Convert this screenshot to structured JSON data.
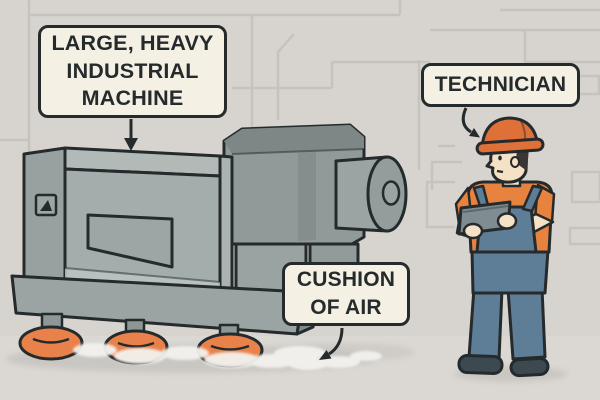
{
  "callouts": {
    "machine_label": "LARGE, HEAVY\nINDUSTRIAL\nMACHINE",
    "technician_label": "TECHNICIAN",
    "cushion_label": "CUSHION\nOF AIR"
  },
  "icons": {
    "warning_triangle_icon": "▲",
    "arrow_down_icon": "↓",
    "arrow_curved_icon": "↘"
  },
  "colors": {
    "wall": "#d7d4cf",
    "floor": "#dbd8d3",
    "wall_line": "#c6c3be",
    "outline": "#252b2c",
    "label_background": "#f5f0e4",
    "label_text": "#252b2c",
    "machine_body": "#a3adab",
    "machine_body_light": "#b2bab8",
    "machine_left_face": "#97a19f",
    "machine_head": "#909b99",
    "machine_base": "#9aa4a2",
    "machine_base_side": "#7f8b8a",
    "cushion_orange": "#e8814a",
    "hat_orange": "#df7038",
    "shirt_orange": "#e8823f",
    "skin": "#f5e1c5",
    "overalls_blue": "#5e7d96",
    "tablet_gray": "#7f8c91",
    "shoes_dark": "#3c4950",
    "shadow": "#c3c0bb",
    "air_puff": "#f3f2ef"
  }
}
